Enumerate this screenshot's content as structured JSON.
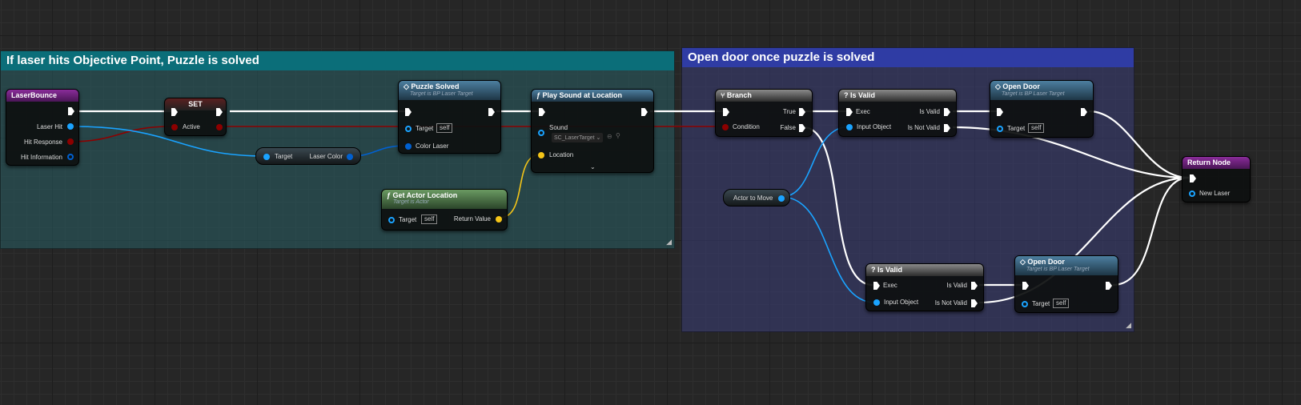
{
  "comments": {
    "c1": "If laser hits Objective Point, Puzzle is solved",
    "c2": "Open door once puzzle is solved"
  },
  "nodes": {
    "laserbounce": {
      "title": "LaserBounce",
      "pins": [
        "Laser Hit",
        "Hit Response",
        "Hit Information"
      ]
    },
    "set": {
      "title": "SET",
      "pin": "Active"
    },
    "puzzle_solved": {
      "title": "Puzzle Solved",
      "subtitle": "Target is BP Laser Target",
      "target": "Target",
      "self": "self",
      "color_laser": "Color Laser"
    },
    "laser_color": {
      "target": "Target",
      "output": "Laser Color"
    },
    "get_actor_location": {
      "title": "Get Actor Location",
      "subtitle": "Target is Actor",
      "target": "Target",
      "self": "self",
      "return": "Return Value"
    },
    "play_sound": {
      "title": "Play Sound at Location",
      "sound": "Sound",
      "sound_value": "SC_LaserTarget",
      "location": "Location"
    },
    "branch": {
      "title": "Branch",
      "true": "True",
      "false": "False",
      "condition": "Condition"
    },
    "is_valid_1": {
      "title": "Is Valid",
      "exec": "Exec",
      "input": "Input Object",
      "valid": "Is Valid",
      "not_valid": "Is Not Valid"
    },
    "open_door_1": {
      "title": "Open Door",
      "subtitle": "Target is BP Laser Target",
      "target": "Target",
      "self": "self"
    },
    "actor_to_move": {
      "label": "Actor to Move"
    },
    "is_valid_2": {
      "title": "Is Valid",
      "exec": "Exec",
      "input": "Input Object",
      "valid": "Is Valid",
      "not_valid": "Is Not Valid"
    },
    "open_door_2": {
      "title": "Open Door",
      "subtitle": "Target is BP Laser Target",
      "target": "Target",
      "self": "self"
    },
    "return_node": {
      "title": "Return Node",
      "new_laser": "New Laser"
    }
  },
  "colors": {
    "exec": "#ffffff",
    "bool": "#8c0000",
    "object": "#1aa3ff",
    "vector": "#f5c518",
    "struct": "#0060d0"
  }
}
